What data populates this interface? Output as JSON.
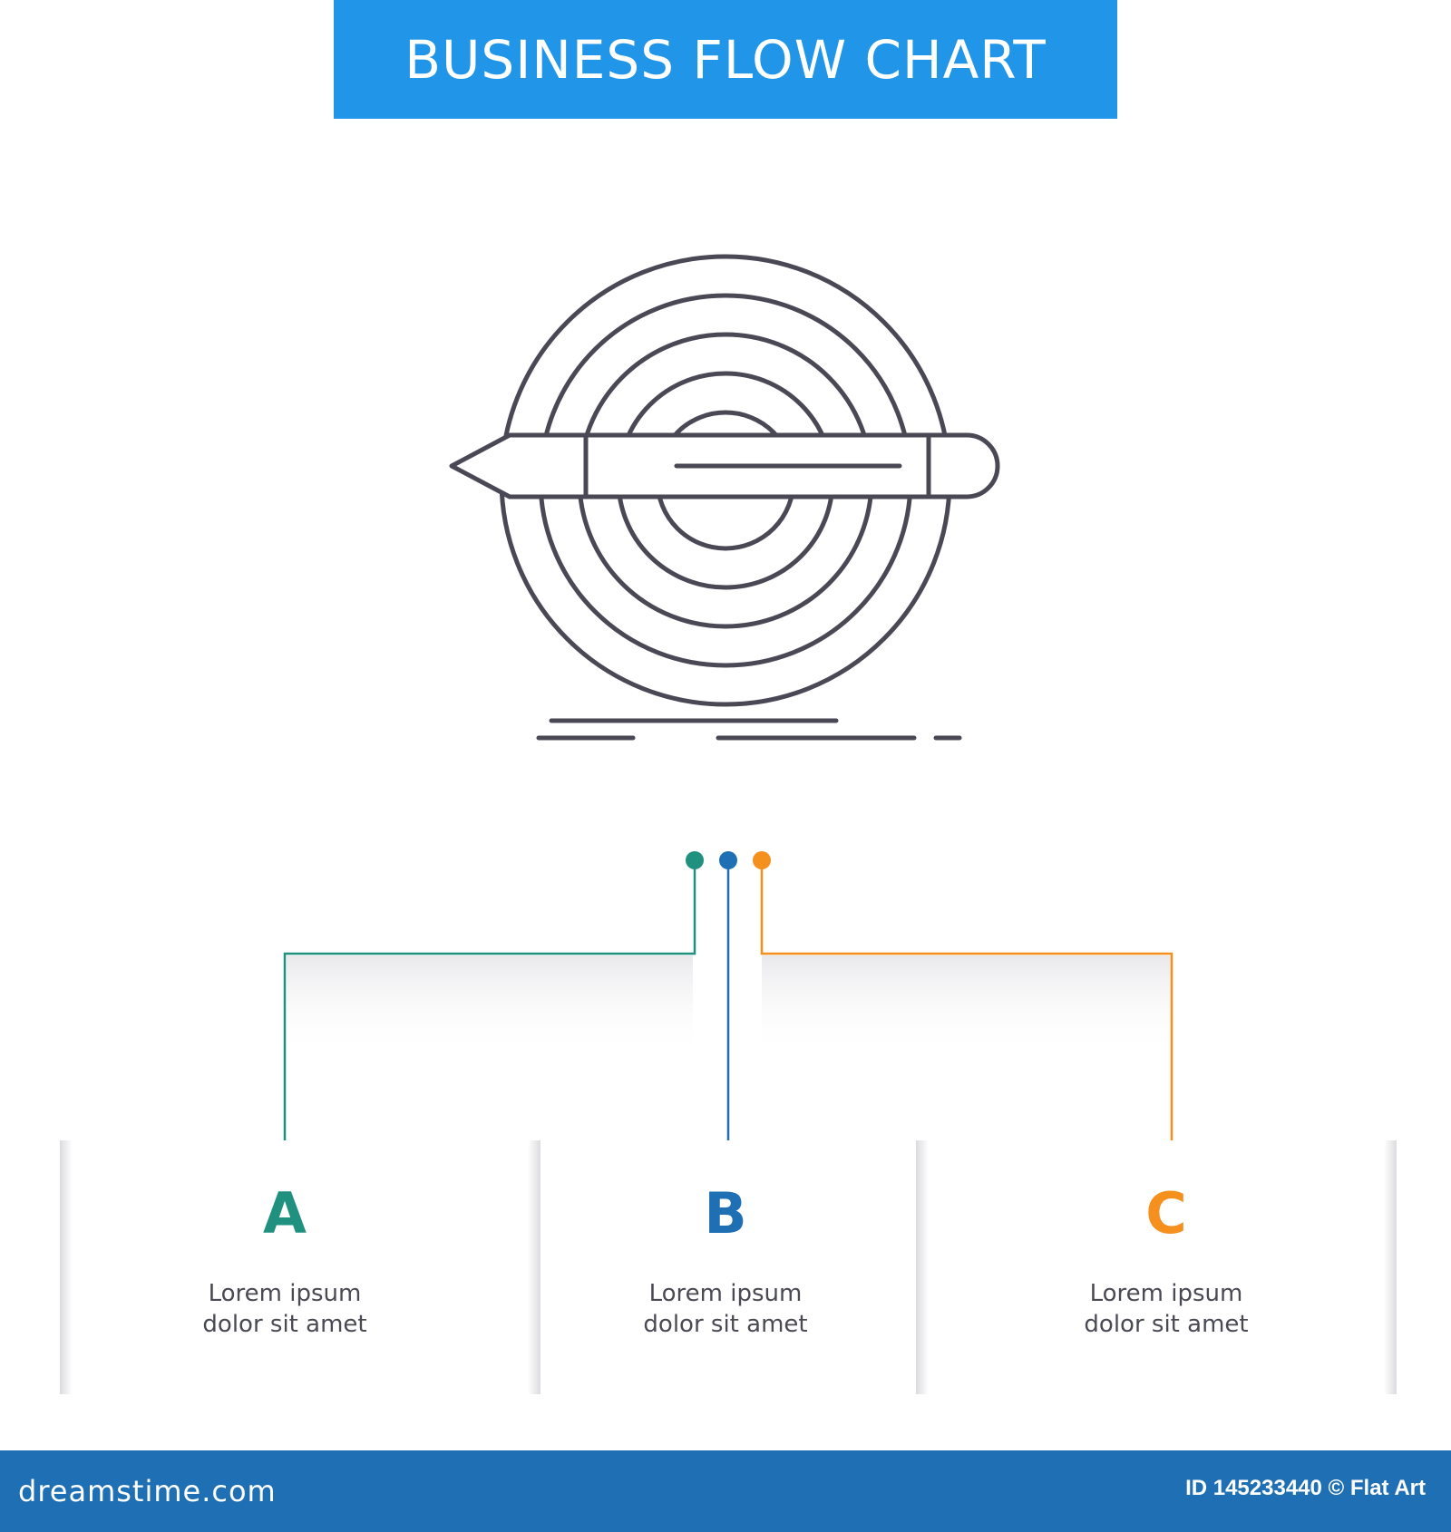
{
  "header": {
    "title": "BUSINESS FLOW CHART"
  },
  "icon": {
    "name": "target-pencil-icon"
  },
  "colors": {
    "title_bar": "#2196e8",
    "icon_stroke": "#4a4854",
    "a": "#21917f",
    "b": "#1e6fb3",
    "c": "#f5901e",
    "footer": "#1e6fb3"
  },
  "options": [
    {
      "letter": "A",
      "line1": "Lorem ipsum",
      "line2": "dolor sit amet"
    },
    {
      "letter": "B",
      "line1": "Lorem ipsum",
      "line2": "dolor sit amet"
    },
    {
      "letter": "C",
      "line1": "Lorem ipsum",
      "line2": "dolor sit amet"
    }
  ],
  "footer": {
    "brand": "dreamstime.com",
    "meta": "ID 145233440 © Flat Art"
  }
}
